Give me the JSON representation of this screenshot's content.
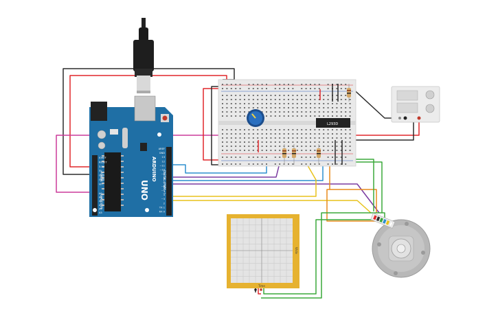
{
  "arduino": {
    "brand": "ARDUINO",
    "model": "UNO",
    "header_digital": "DIGITAL (PWM ~)",
    "header_power": "POWER",
    "header_analog": "ANALOG IN",
    "pins_digital": [
      "AREF",
      "GND",
      "13",
      "12",
      "~11",
      "~10",
      "~9",
      "8",
      "7",
      "~6",
      "~5",
      "4",
      "~3",
      "2",
      "TX 1",
      "RX 0"
    ],
    "pins_power": [
      "IOREF",
      "RESET",
      "3.3V",
      "5V",
      "GND",
      "GND",
      "Vin"
    ],
    "pins_analog": [
      "A0",
      "A1",
      "A2",
      "A3",
      "A4",
      "A5"
    ]
  },
  "ic": {
    "label": "L293D"
  },
  "oscilloscope": {
    "time_label": "Time",
    "volt_label": "V/div"
  },
  "colors": {
    "board": "#1f6fa5",
    "breadboard": "#e9e9e9",
    "wire_red": "#e0262a",
    "wire_black": "#2b2b2b",
    "wire_blue": "#2d8fcf",
    "wire_purple": "#7a3aa0",
    "wire_magenta": "#cc3a9a",
    "wire_yellow": "#e8c21a",
    "wire_orange": "#e88a1a",
    "wire_green": "#3aa83a",
    "scope_frame": "#e6b230",
    "pot": "#2a6fbf"
  },
  "icons": [
    "usb-cable-icon",
    "potentiometer-icon",
    "dc-motor-icon",
    "power-supply-icon",
    "oscilloscope-icon"
  ]
}
